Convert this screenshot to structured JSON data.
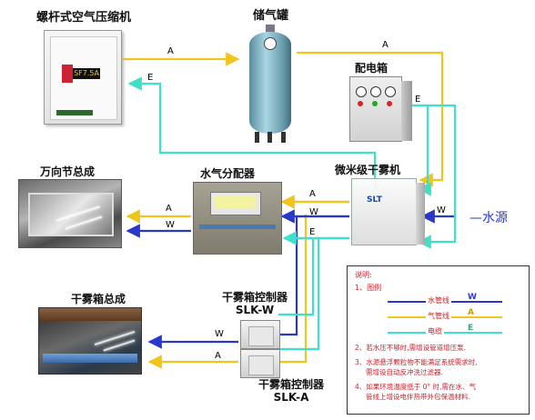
{
  "equipment": {
    "compressor": "螺杆式空气压缩机",
    "compressor_display": "SF7.5A",
    "tank": "储气罐",
    "cabinet": "配电箱",
    "fogger": "微米级干雾机",
    "fogger_logo": "SLT",
    "water_source": "水源",
    "universal": "万向节总成",
    "distributor": "水气分配器",
    "controller_w": {
      "line1": "干雾箱控制器",
      "line2": "SLK-W"
    },
    "controller_a": {
      "line1": "干雾箱控制器",
      "line2": "SLK-A"
    },
    "drybox": "干雾箱总成"
  },
  "line_tags": {
    "air": "A",
    "water": "W",
    "cable": "E"
  },
  "colors": {
    "air": "#f0c51e",
    "water": "#2838c8",
    "cable": "#3ee0c8",
    "legend_text": "#c8202a"
  },
  "legend": {
    "title": "说明:",
    "item1": "1、图例",
    "water_label": "水管线",
    "air_label": "气管线",
    "cable_label": "电缆",
    "note2": "2、若水压不够时,需增设管道增压泵.",
    "note3a": "3、水源悬浮颗粒物不能满足系统需求时,",
    "note3b": "需增设自动反冲洗过滤器.",
    "note4a": "4、如果环境温度低于 0° 时,需在水、气",
    "note4b": "管线上增设电伴热带外包保温材料."
  }
}
